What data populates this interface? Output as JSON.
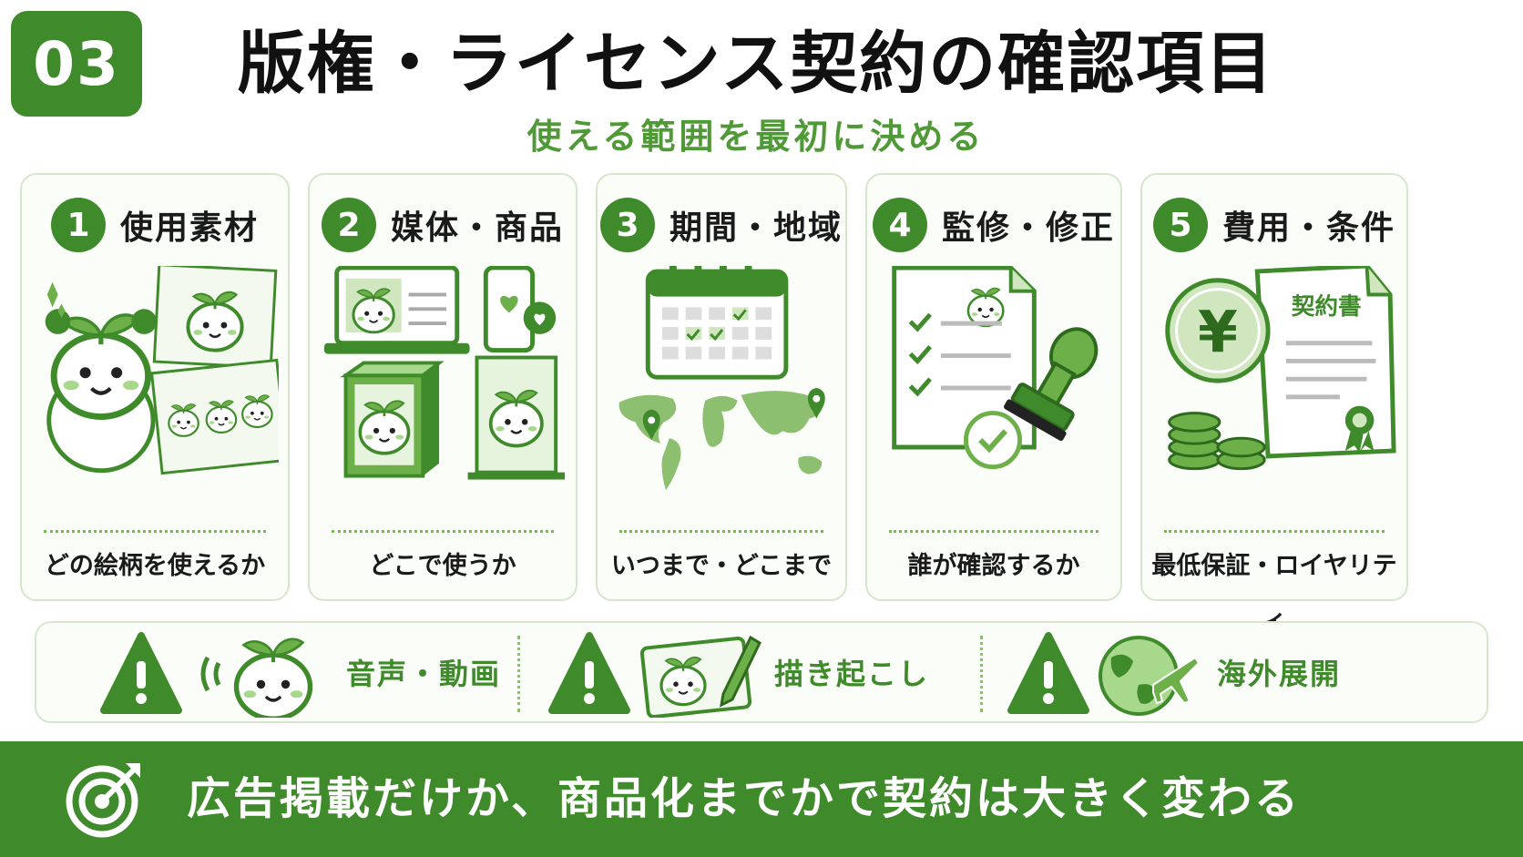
{
  "header": {
    "badge": "03",
    "title": "版権・ライセンス契約の確認項目",
    "subtitle": "使える範囲を最初に決める"
  },
  "cards": [
    {
      "num": "1",
      "title": "使用素材",
      "footer": "どの絵柄を使えるか",
      "icon": "character-artwork-icon"
    },
    {
      "num": "2",
      "title": "媒体・商品",
      "footer": "どこで使うか",
      "icon": "media-devices-icon"
    },
    {
      "num": "3",
      "title": "期間・地域",
      "footer": "いつまで・どこまで",
      "icon": "calendar-world-map-icon"
    },
    {
      "num": "4",
      "title": "監修・修正",
      "footer": "誰が確認するか",
      "icon": "checklist-stamp-icon"
    },
    {
      "num": "5",
      "title": "費用・条件",
      "footer": "最低保証・ロイヤリティ",
      "icon": "yen-contract-icon",
      "contract_label": "契約書"
    }
  ],
  "warnings": [
    {
      "label": "音声・動画",
      "icon": "voice-character-icon"
    },
    {
      "label": "描き起こし",
      "icon": "drawing-tablet-icon"
    },
    {
      "label": "海外展開",
      "icon": "globe-airplane-icon"
    }
  ],
  "footer": {
    "text": "広告掲載だけか、商品化までかで契約は大きく変わる",
    "icon": "target-arrow-icon"
  },
  "colors": {
    "primary": "#3f8a2a",
    "accent": "#4f9a36",
    "light": "#cfe6bf",
    "border": "#d6e6cc"
  }
}
